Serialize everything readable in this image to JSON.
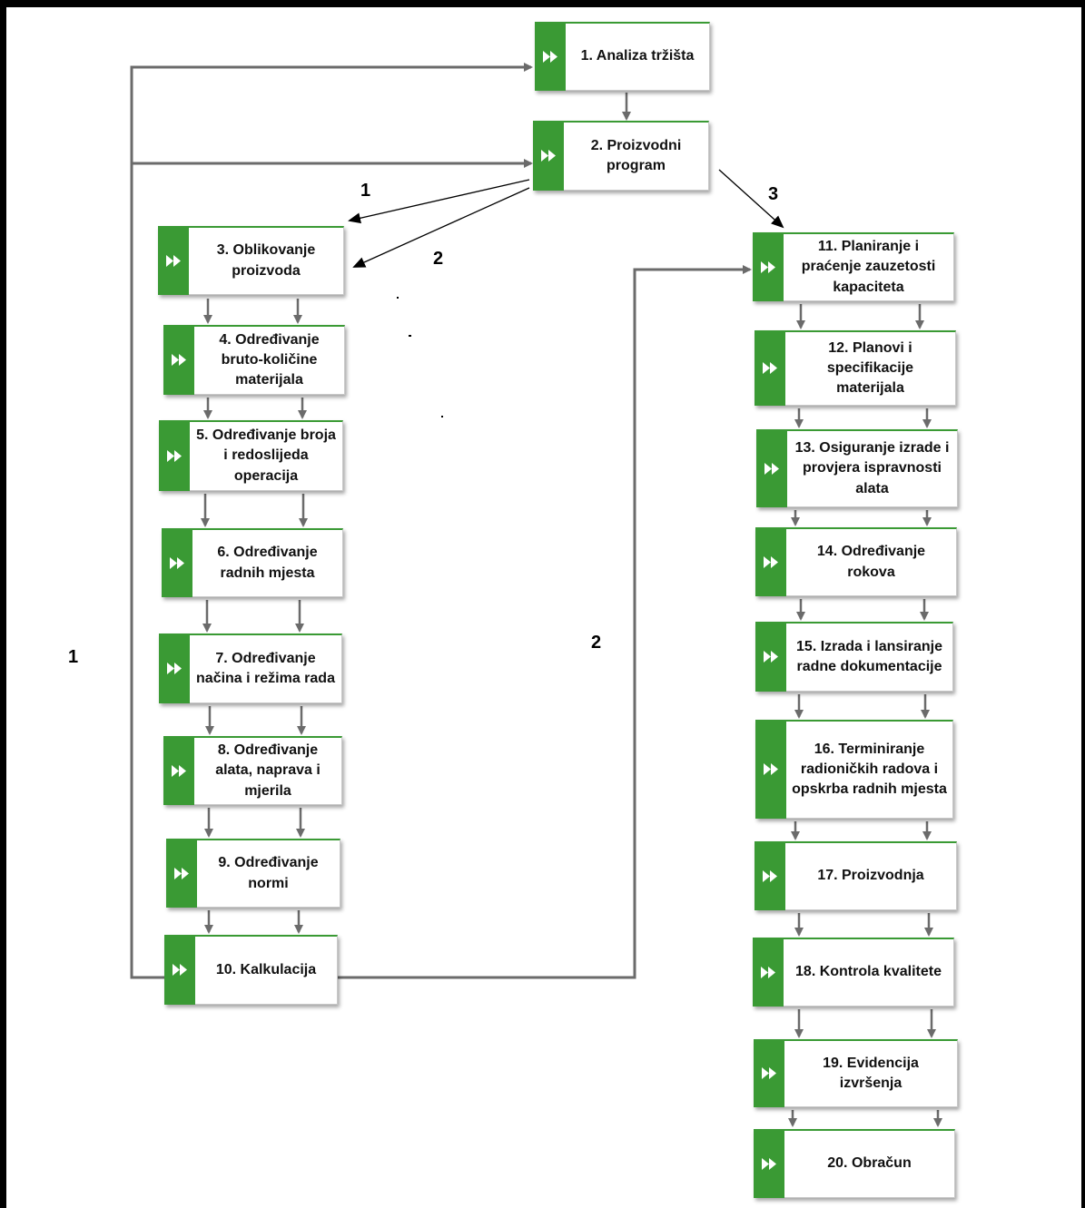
{
  "steps": [
    "1. Analiza tržišta",
    "2. Proizvodni\nprogram",
    "3. Oblikovanje\nproizvoda",
    "4. Određivanje\nbruto-količine\nmaterijala",
    "5. Određivanje broja\ni redoslijeda\noperacija",
    "6. Određivanje\nradnih mjesta",
    "7. Određivanje\nnačina i režima rada",
    "8. Određivanje\nalata, naprava i\nmjerila",
    "9. Određivanje\nnormi",
    "10. Kalkulacija",
    "11. Planiranje i\npraćenje zauzetosti\nkapaciteta",
    "12. Planovi i\nspecifikacije\nmaterijala",
    "13. Osiguranje izrade i\nprovjera ispravnosti\nalata",
    "14. Određivanje\nrokova",
    "15. Izrada i lansiranje\nradne dokumentacije",
    "16. Terminiranje\nradioničkih radova i\nopskrba radnih mjesta",
    "17. Proizvodnja",
    "18. Kontrola kvalitete",
    "19. Evidencija\nizvršenja",
    "20. Obračun"
  ],
  "path_labels": {
    "a": "1",
    "b": "2",
    "c": "3",
    "d": "1",
    "e": "2"
  },
  "colors": {
    "accent": "#3a9a34",
    "connector": "#6b6b6b"
  },
  "icon": "fast-forward-icon"
}
